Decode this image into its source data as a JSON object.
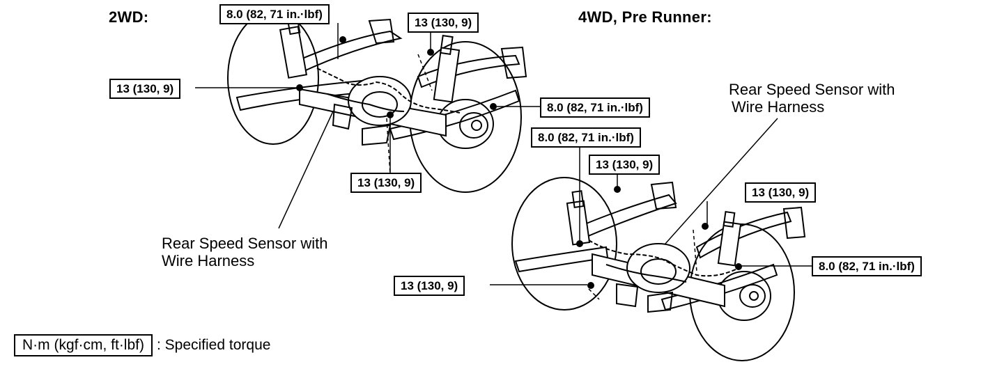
{
  "headings": {
    "left": "2WD:",
    "right": "4WD, Pre Runner:"
  },
  "torque_labels": {
    "l_top_a": "8.0 (82, 71 in.·lbf)",
    "l_top_b": "13 (130, 9)",
    "l_left": "13 (130, 9)",
    "l_right": "8.0 (82, 71 in.·lbf)",
    "l_bottom": "13 (130, 9)",
    "r_top_a": "8.0 (82, 71 in.·lbf)",
    "r_top_b": "13 (130, 9)",
    "r_top_c": "13 (130, 9)",
    "r_left": "13 (130, 9)",
    "r_right": "8.0 (82, 71 in.·lbf)"
  },
  "callouts": {
    "left_line1": "Rear Speed Sensor with",
    "left_line2": "Wire Harness",
    "right_line1": "Rear Speed Sensor with",
    "right_line2": "Wire Harness"
  },
  "legend": {
    "unit_box": "N·m (kgf·cm, ft·lbf)",
    "description": ": Specified torque"
  }
}
